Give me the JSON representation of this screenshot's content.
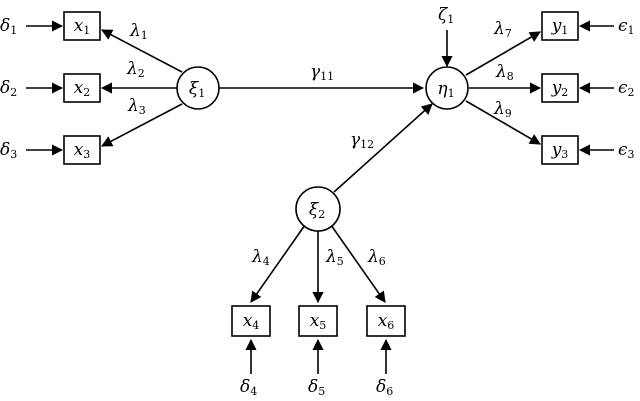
{
  "nodes": {
    "xi1": {
      "base": "ξ",
      "sub": "1"
    },
    "xi2": {
      "base": "ξ",
      "sub": "2"
    },
    "eta1": {
      "base": "η",
      "sub": "1"
    },
    "x1": {
      "base": "x",
      "sub": "1"
    },
    "x2": {
      "base": "x",
      "sub": "2"
    },
    "x3": {
      "base": "x",
      "sub": "3"
    },
    "x4": {
      "base": "x",
      "sub": "4"
    },
    "x5": {
      "base": "x",
      "sub": "5"
    },
    "x6": {
      "base": "x",
      "sub": "6"
    },
    "y1": {
      "base": "y",
      "sub": "1"
    },
    "y2": {
      "base": "y",
      "sub": "2"
    },
    "y3": {
      "base": "y",
      "sub": "3"
    }
  },
  "errors": {
    "d1": {
      "base": "δ",
      "sub": "1"
    },
    "d2": {
      "base": "δ",
      "sub": "2"
    },
    "d3": {
      "base": "δ",
      "sub": "3"
    },
    "d4": {
      "base": "δ",
      "sub": "4"
    },
    "d5": {
      "base": "δ",
      "sub": "5"
    },
    "d6": {
      "base": "δ",
      "sub": "6"
    },
    "e1": {
      "base": "ϵ",
      "sub": "1"
    },
    "e2": {
      "base": "ϵ",
      "sub": "2"
    },
    "e3": {
      "base": "ϵ",
      "sub": "3"
    },
    "z1": {
      "base": "ζ",
      "sub": "1"
    }
  },
  "paths": {
    "l1": {
      "base": "λ",
      "sub": "1"
    },
    "l2": {
      "base": "λ",
      "sub": "2"
    },
    "l3": {
      "base": "λ",
      "sub": "3"
    },
    "l4": {
      "base": "λ",
      "sub": "4"
    },
    "l5": {
      "base": "λ",
      "sub": "5"
    },
    "l6": {
      "base": "λ",
      "sub": "6"
    },
    "l7": {
      "base": "λ",
      "sub": "7"
    },
    "l8": {
      "base": "λ",
      "sub": "8"
    },
    "l9": {
      "base": "λ",
      "sub": "9"
    },
    "g11": {
      "base": "γ",
      "sub": "11"
    },
    "g12": {
      "base": "γ",
      "sub": "12"
    }
  }
}
